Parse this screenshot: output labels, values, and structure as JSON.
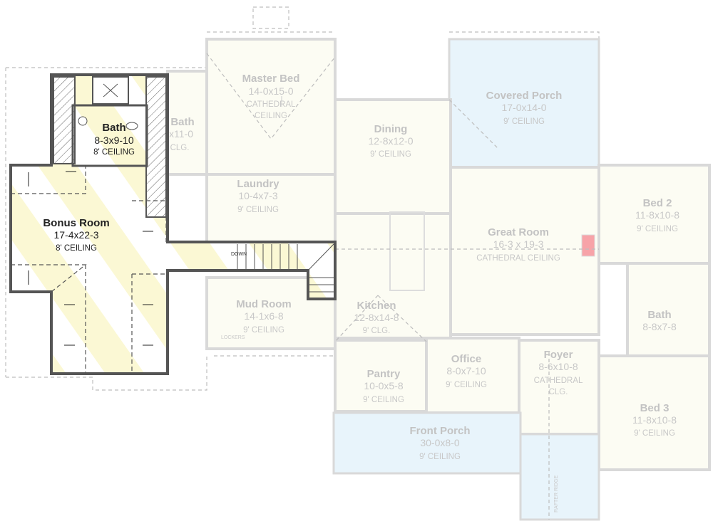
{
  "colors": {
    "upper_wall": "#555555",
    "yellow_stripe": "#fbf8d4",
    "faded_wall": "#d9d9d9",
    "room_fill": "#fcfcf3",
    "porch_fill": "#e8f4fb",
    "fireplace": "#f7a3a8"
  },
  "upper_floor": {
    "bath": {
      "name": "Bath",
      "size": "8-3x9-10",
      "ceiling": "8' CEILING"
    },
    "bonus_room": {
      "name": "Bonus Room",
      "size": "17-4x22-3",
      "ceiling": "8' CEILING"
    },
    "stair_label": "DOWN"
  },
  "main_floor": {
    "master_bed": {
      "name": "Master Bed",
      "size": "14-0x15-0",
      "ceiling1": "CATHEDRAL",
      "ceiling2": "CEILING"
    },
    "master_bath": {
      "name": "Bath",
      "size": "x11-0",
      "ceiling": "CLG."
    },
    "covered_porch": {
      "name": "Covered Porch",
      "size": "17-0x14-0",
      "ceiling": "9' CEILING"
    },
    "dining": {
      "name": "Dining",
      "size": "12-8x12-0",
      "ceiling": "9' CEILING"
    },
    "laundry": {
      "name": "Laundry",
      "size": "10-4x7-3",
      "ceiling": "9' CEILING"
    },
    "great_room": {
      "name": "Great Room",
      "size": "16-3 x 19-3",
      "ceiling": "CATHEDRAL CEILING"
    },
    "bed2": {
      "name": "Bed 2",
      "size": "11-8x10-8",
      "ceiling": "9' CEILING"
    },
    "mud_room": {
      "name": "Mud Room",
      "size": "14-1x6-8",
      "ceiling": "9' CEILING",
      "lockers": "LOCKERS"
    },
    "kitchen": {
      "name": "Kitchen",
      "size": "12-8x14-8",
      "ceiling": "9' CLG."
    },
    "bath2": {
      "name": "Bath",
      "size": "8-8x7-8"
    },
    "office": {
      "name": "Office",
      "size": "8-0x7-10",
      "ceiling": "9' CEILING"
    },
    "foyer": {
      "name": "Foyer",
      "size": "8-6x10-8",
      "ceiling1": "CATHEDRAL",
      "ceiling2": "CLG."
    },
    "pantry": {
      "name": "Pantry",
      "size": "10-0x5-8",
      "ceiling": "9' CEILING"
    },
    "bed3": {
      "name": "Bed 3",
      "size": "11-8x10-8",
      "ceiling": "9' CEILING"
    },
    "front_porch": {
      "name": "Front Porch",
      "size": "30-0x8-0",
      "ceiling": "9' CEILING"
    },
    "rafter_ridge": "RAFTER RIDGE"
  }
}
